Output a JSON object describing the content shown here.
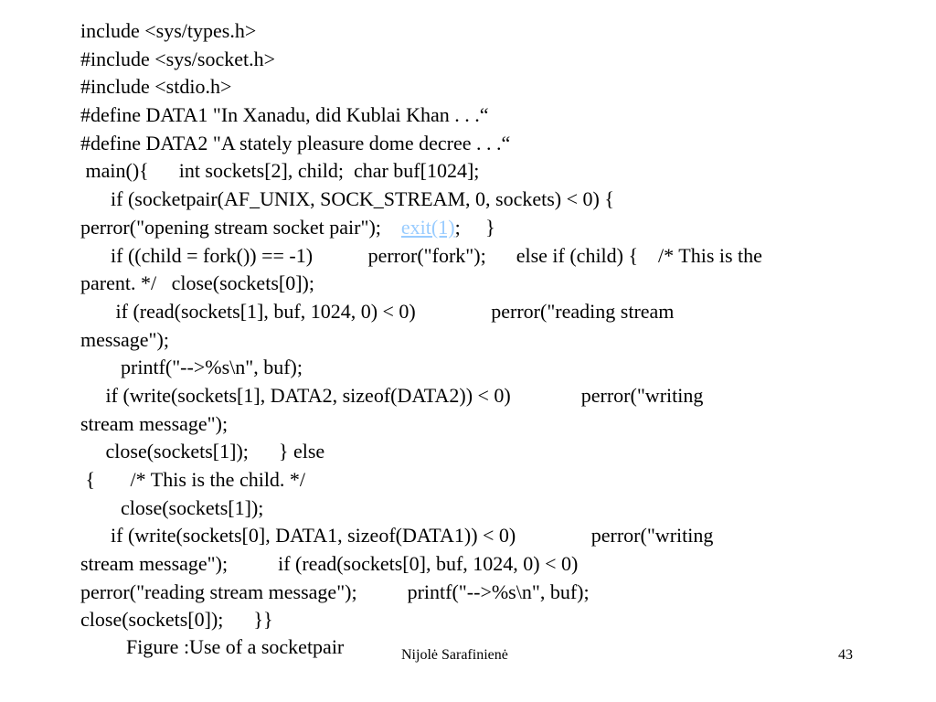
{
  "code_lines": [
    "include <sys/types.h>",
    "#include <sys/socket.h>",
    "#include <stdio.h>",
    "#define DATA1 \"In Xanadu, did Kublai Khan . . .“",
    "#define DATA2 \"A stately pleasure dome decree . . .“",
    " main(){      int sockets[2], child;  char buf[1024];",
    "      if (socketpair(AF_UNIX, SOCK_STREAM, 0, sockets) < 0) {",
    {
      "before": "perror(\"opening stream socket pair\");    ",
      "link": "exit(1)",
      "after": ";     }"
    },
    "      if ((child = fork()) == -1)           perror(\"fork\");      else if (child) {    /* This is the",
    "parent. */   close(sockets[0]);",
    "       if (read(sockets[1], buf, 1024, 0) < 0)               perror(\"reading stream",
    "message\");",
    "        printf(\"-->%s\\n\", buf);",
    "     if (write(sockets[1], DATA2, sizeof(DATA2)) < 0)              perror(\"writing",
    "stream message\");",
    "     close(sockets[1]);      } else",
    " {       /* This is the child. */",
    "        close(sockets[1]);",
    "      if (write(sockets[0], DATA1, sizeof(DATA1)) < 0)               perror(\"writing",
    "stream message\");          if (read(sockets[0], buf, 1024, 0) < 0)",
    "perror(\"reading stream message\");          printf(\"-->%s\\n\", buf);",
    "close(sockets[0]);      }}"
  ],
  "caption": "Figure :Use of a socketpair",
  "footer": {
    "author": "Nijolė Sarafinienė",
    "page_number": "43"
  },
  "colors": {
    "link": "#99ccff",
    "text": "#000000",
    "background": "#ffffff"
  }
}
